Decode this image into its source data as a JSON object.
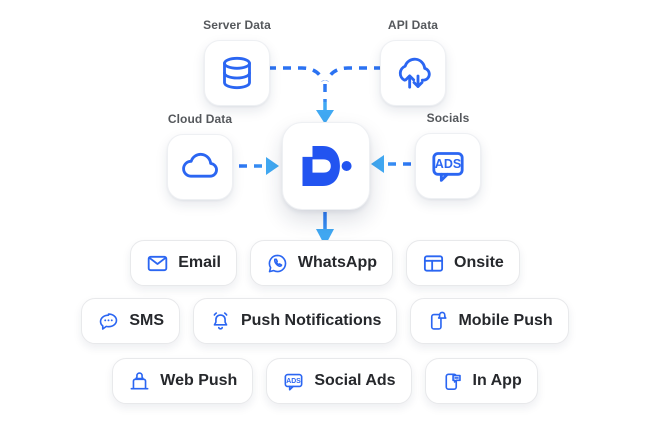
{
  "diagram_title": "Data sources flowing into hub and out to messaging channels",
  "colors": {
    "brand_blue": "#2254F0",
    "icon_blue": "#2B66F2",
    "arrow_blue": "#2B72F2",
    "arrow_light_blue": "#41A9F3",
    "label_gray": "#55585C",
    "pill_text": "#26282C",
    "pill_border": "#E8E9EB",
    "tile_background": "#FFFFFF"
  },
  "sources": [
    {
      "id": "server",
      "label": "Server Data",
      "icon": "database-icon"
    },
    {
      "id": "api",
      "label": "API Data",
      "icon": "cloud-sync-icon"
    },
    {
      "id": "cloud",
      "label": "Cloud Data",
      "icon": "cloud-icon"
    },
    {
      "id": "socials",
      "label": "Socials",
      "icon": "ads-bubble-icon"
    }
  ],
  "hub": {
    "name": "D logo hub",
    "icon": "d-logo"
  },
  "channels": {
    "row1": [
      {
        "label": "Email",
        "icon": "email-icon"
      },
      {
        "label": "WhatsApp",
        "icon": "whatsapp-icon"
      },
      {
        "label": "Onsite",
        "icon": "browser-icon"
      }
    ],
    "row2": [
      {
        "label": "SMS",
        "icon": "sms-bubble-icon"
      },
      {
        "label": "Push Notifications",
        "icon": "bell-icon"
      },
      {
        "label": "Mobile Push",
        "icon": "phone-bell-icon"
      }
    ],
    "row3": [
      {
        "label": "Web Push",
        "icon": "laptop-bell-icon"
      },
      {
        "label": "Social Ads",
        "icon": "ads-bubble-icon"
      },
      {
        "label": "In App",
        "icon": "phone-chat-icon"
      }
    ]
  },
  "ads_text": "ADS"
}
